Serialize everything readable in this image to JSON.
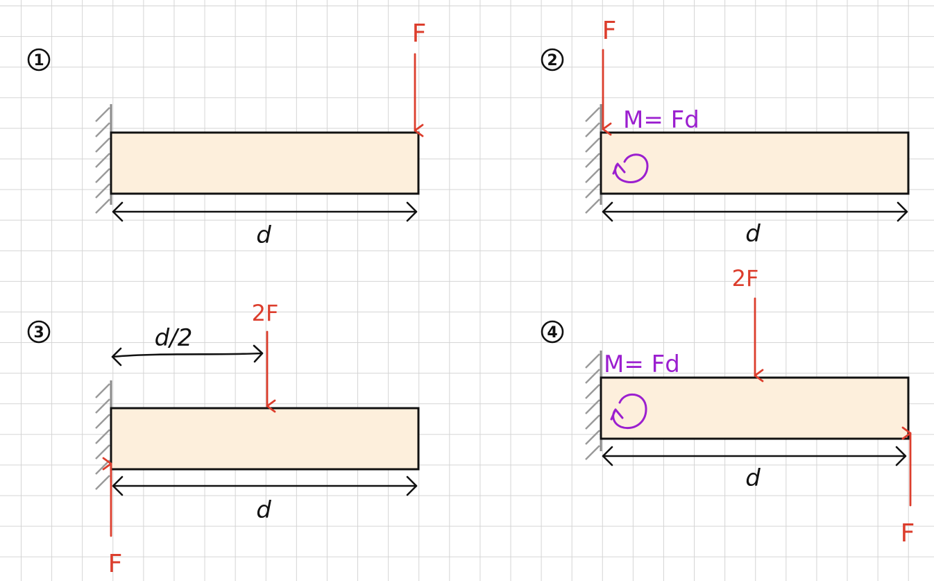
{
  "panels": [
    {
      "number": "1",
      "length_label": "d",
      "forces": [
        {
          "label": "F",
          "direction": "down",
          "position": "free-end-top"
        }
      ]
    },
    {
      "number": "2",
      "length_label": "d",
      "forces": [
        {
          "label": "F",
          "direction": "down",
          "position": "wall-end-top"
        }
      ],
      "moment": {
        "label": "M= Fd",
        "position": "wall-end"
      }
    },
    {
      "number": "3",
      "length_label": "d",
      "half_length_label": "d/2",
      "forces": [
        {
          "label": "2F",
          "direction": "down",
          "position": "midspan-top"
        },
        {
          "label": "F",
          "direction": "up",
          "position": "wall-end-bottom"
        }
      ]
    },
    {
      "number": "4",
      "length_label": "d",
      "forces": [
        {
          "label": "2F",
          "direction": "down",
          "position": "midspan-top"
        },
        {
          "label": "F",
          "direction": "up",
          "position": "free-end-bottom"
        }
      ],
      "moment": {
        "label": "M= Fd",
        "position": "wall-end"
      }
    }
  ],
  "colors": {
    "force": "#dc3d2c",
    "moment": "#9b1fcf",
    "beam_fill": "#fdefdc",
    "outline": "#111111",
    "wall": "#8a8a8a",
    "grid": "#d4d4d4"
  }
}
